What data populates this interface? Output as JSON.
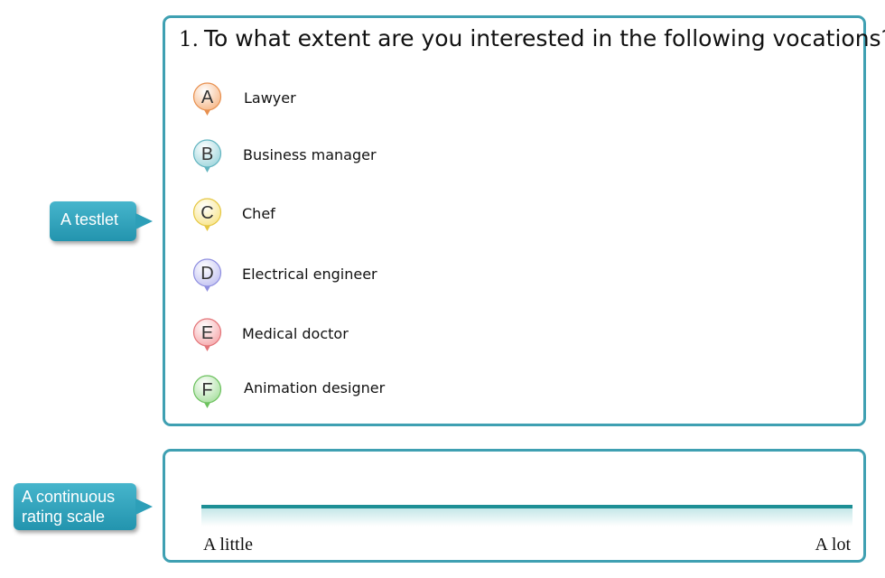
{
  "question": {
    "number": "1.",
    "text": "To what extent are you interested in the following vocations?"
  },
  "options": [
    {
      "letter": "A",
      "label": "Lawyer",
      "color": "#f6b98a",
      "tone": "#e8904f"
    },
    {
      "letter": "B",
      "label": "Business manager",
      "color": "#9fd6dd",
      "tone": "#62b4c0"
    },
    {
      "letter": "C",
      "label": "Chef",
      "color": "#f8e58c",
      "tone": "#e5c743"
    },
    {
      "letter": "D",
      "label": "Electrical engineer",
      "color": "#c3c3f2",
      "tone": "#8f8fe0"
    },
    {
      "letter": "E",
      "label": "Medical doctor",
      "color": "#f6a9ac",
      "tone": "#e37478"
    },
    {
      "letter": "F",
      "label": "Animation designer",
      "color": "#a9e0a0",
      "tone": "#6cc15e"
    }
  ],
  "callouts": {
    "testlet": "A testlet",
    "scale_line1": "A continuous",
    "scale_line2": "rating scale"
  },
  "scale": {
    "min_label": "A little",
    "max_label": "A lot"
  },
  "colors": {
    "panel_border": "#3fa0b2",
    "callout_fill": "#2d9fb8",
    "scale_line": "#1d8f95"
  }
}
